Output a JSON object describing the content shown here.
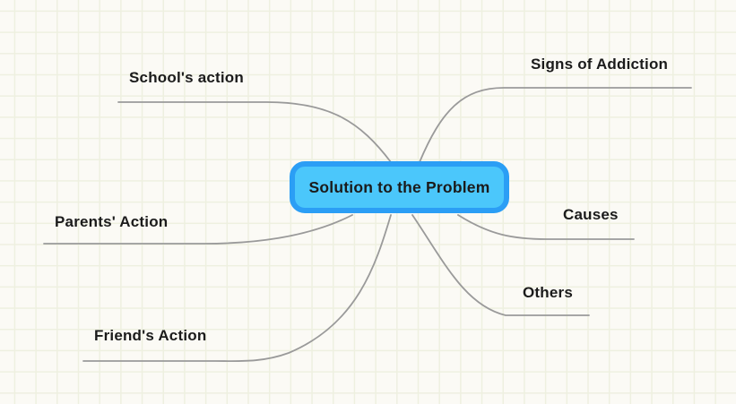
{
  "canvas": {
    "background_color": "#fbfaf5",
    "grid_line_color": "#eef0e0"
  },
  "mindmap": {
    "connector_color": "#9a9a9a",
    "text_color": "#1b1b1b",
    "root": {
      "label": "Solution to the Problem",
      "fill": "#4bc7fb",
      "border_color": "#2b9ef5"
    },
    "branches": [
      {
        "id": "schools-action",
        "label": "School's action"
      },
      {
        "id": "signs-of-addiction",
        "label": "Signs of Addiction"
      },
      {
        "id": "parents-action",
        "label": "Parents' Action"
      },
      {
        "id": "causes",
        "label": "Causes"
      },
      {
        "id": "others",
        "label": "Others"
      },
      {
        "id": "friends-action",
        "label": "Friend's Action"
      }
    ]
  }
}
